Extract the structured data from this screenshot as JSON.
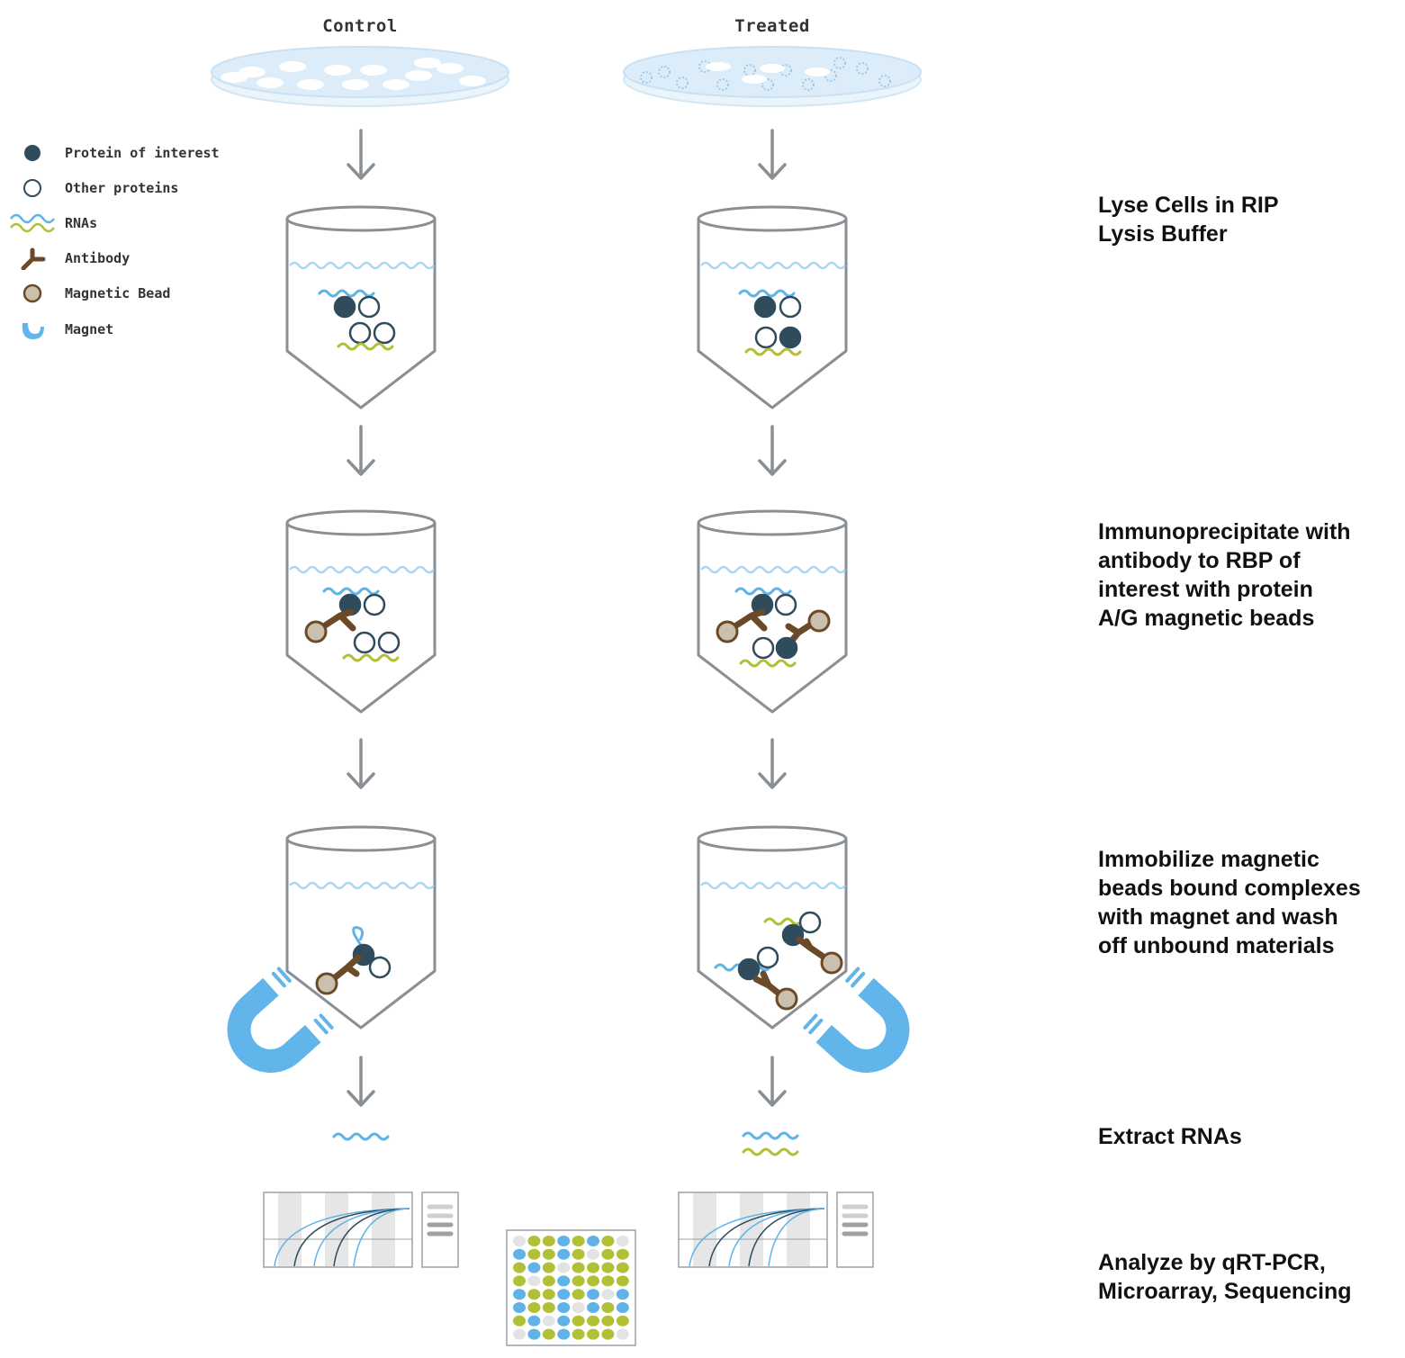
{
  "columns": {
    "control": "Control",
    "treated": "Treated"
  },
  "legend": [
    {
      "icon": "protein-of-interest-icon",
      "label": "Protein of interest"
    },
    {
      "icon": "other-protein-icon",
      "label": "Other proteins"
    },
    {
      "icon": "rna-icon",
      "label": "RNAs"
    },
    {
      "icon": "antibody-icon",
      "label": "Antibody"
    },
    {
      "icon": "magnetic-bead-icon",
      "label": "Magnetic Bead"
    },
    {
      "icon": "magnet-icon",
      "label": "Magnet"
    }
  ],
  "steps": [
    "Lyse Cells in RIP\nLysis Buffer",
    "Immunoprecipitate with\nantibody to RBP of\ninterest with protein\nA/G magnetic beads",
    "Immobilize magnetic\nbeads bound complexes\nwith magnet and wash\noff unbound materials",
    "Extract RNAs",
    "Analyze by qRT-PCR,\nMicroarray, Sequencing"
  ],
  "colors": {
    "protein": "#2f4b5c",
    "rna_blue": "#5fb3e6",
    "rna_green": "#b2c035",
    "antibody": "#6b4a28",
    "bead_fill": "#cbbfae",
    "magnet": "#62b5ea",
    "arrow": "#8a8f94",
    "tube_stroke": "#8a8f94",
    "dish": "#dcecf8"
  },
  "microarray": [
    "BGGBGBGG",
    "BGGBGBGG",
    "GBGBGGGG",
    "GBGBGGGG",
    "BGGBGBGB",
    "BGGBGBGB",
    "GBGBGGGG",
    "GBGBGGGG"
  ]
}
